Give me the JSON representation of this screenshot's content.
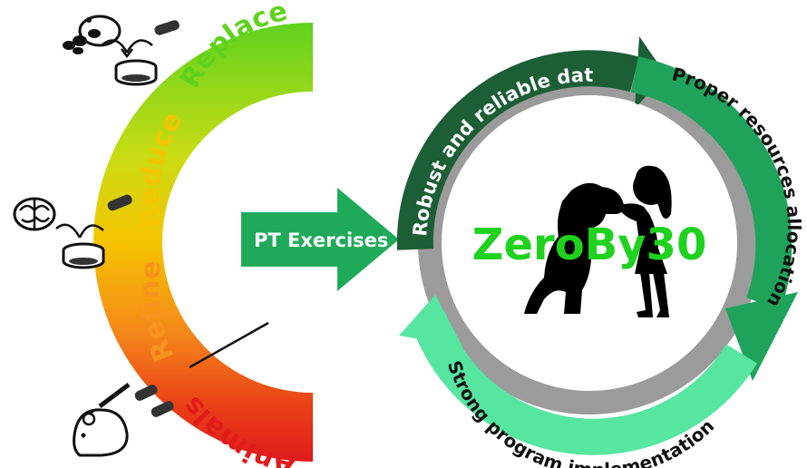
{
  "arc_labels": {
    "replace": "Replace",
    "reduce": "Reduce",
    "refine": "Refine",
    "animals": "Animals"
  },
  "arrow_label": "PT Exercises",
  "cycle": {
    "center_title": "ZeroBy30",
    "segment_top": "Robust and reliable data",
    "segment_right": "Proper resources allocation",
    "segment_bottom": "Strong program implementation"
  },
  "colors": {
    "replace": "#5fd21e",
    "reduce": "#f5c400",
    "refine": "#f7931e",
    "animals": "#e01b1b",
    "arrow": "#1faa5a",
    "ring_dark": "#1c5e36",
    "ring_mid": "#1fa35a",
    "ring_light": "#56e6a0",
    "ring_grey": "#9b9b9b",
    "center_title": "#1ed21e"
  },
  "icons": [
    "cell-culture-icon",
    "petri-dish-icon",
    "brain-organoid-icon",
    "mouse-syringe-icon",
    "pill-capsule-icon",
    "dog-and-child-silhouette-icon"
  ]
}
